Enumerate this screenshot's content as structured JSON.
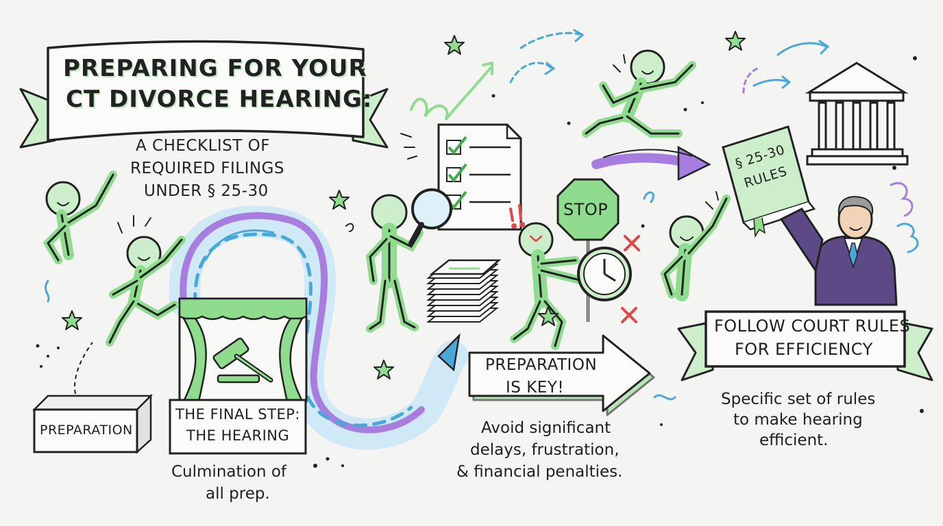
{
  "title": {
    "line1": "PREPARING FOR YOUR",
    "line2": "CT DIVORCE HEARING:"
  },
  "subtitle": {
    "line1": "A CHECKLIST OF",
    "line2": "REQUIRED FILINGS",
    "line3": "UNDER § 25-30"
  },
  "preparation_box": {
    "label": "PREPARATION"
  },
  "final_step": {
    "line1": "THE FINAL STEP:",
    "line2": "THE HEARING",
    "note_line1": "Culmination of",
    "note_line2": "all prep."
  },
  "key_arrow": {
    "line1": "PREPARATION",
    "line2": "IS KEY!",
    "note_line1": "Avoid significant",
    "note_line2": "delays, frustration,",
    "note_line3": "& financial penalties."
  },
  "stop_sign": {
    "label": "STOP"
  },
  "rule_book": {
    "line1": "§ 25-30",
    "line2": "RULES"
  },
  "court_banner": {
    "line1": "FOLLOW COURT RULES",
    "line2": "FOR EFFICIENCY",
    "note_line1": "Specific set of rules",
    "note_line2": "to make hearing",
    "note_line3": "efficient."
  },
  "colors": {
    "green": "#8fdc8f",
    "light_green": "#cdeecb",
    "purple": "#a77ee0",
    "blue": "#4aa8d8",
    "red": "#e04848",
    "judge_robe": "#5b4a85",
    "ink": "#222222"
  },
  "icons": [
    "star-icon",
    "checklist-icon",
    "magnifier-icon",
    "paper-stack-icon",
    "stop-sign-icon",
    "clock-icon",
    "rule-book-icon",
    "courthouse-icon",
    "gavel-icon",
    "curtain-stage-icon",
    "judge-figure",
    "x-mark-icon"
  ]
}
